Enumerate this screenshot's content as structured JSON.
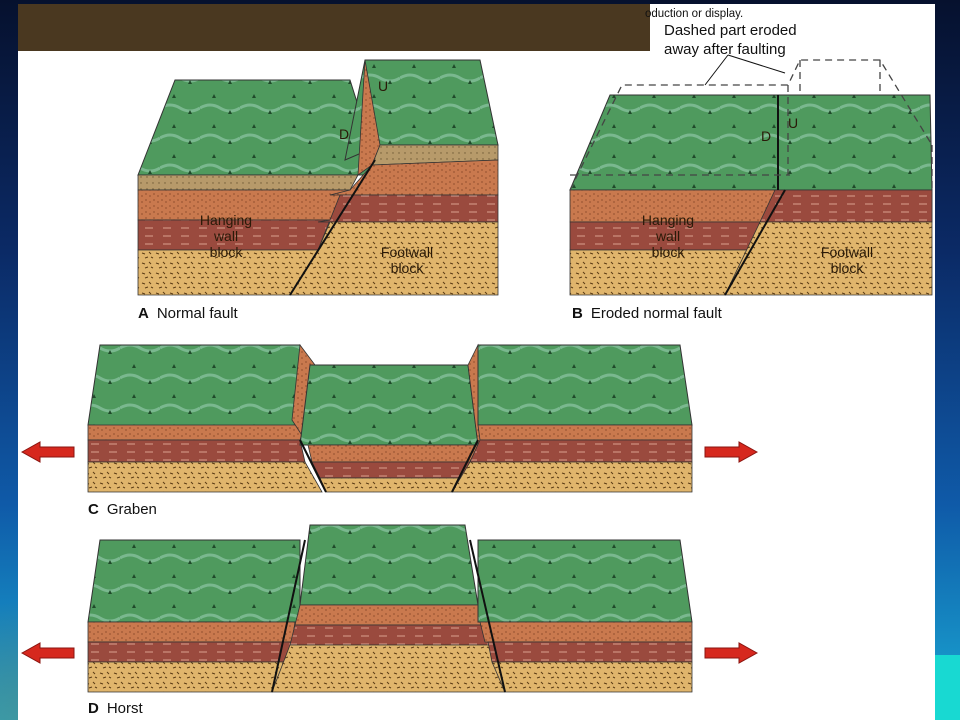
{
  "notice": "oduction or display.",
  "callout": {
    "line1": "Dashed part eroded",
    "line2": "away after faulting"
  },
  "panels": [
    {
      "letter": "A",
      "caption": "Normal fault",
      "labels": {
        "up": "U",
        "down": "D",
        "hanging": [
          "Hanging",
          "wall",
          "block"
        ],
        "footwall": [
          "Footwall",
          "block"
        ]
      }
    },
    {
      "letter": "B",
      "caption": "Eroded normal fault",
      "labels": {
        "up": "U",
        "down": "D",
        "hanging": [
          "Hanging",
          "wall",
          "block"
        ],
        "footwall": [
          "Footwall",
          "block"
        ]
      }
    },
    {
      "letter": "C",
      "caption": "Graben"
    },
    {
      "letter": "D",
      "caption": "Horst"
    }
  ],
  "colors": {
    "grass": "#4f9a5e",
    "grass_light": "#74b58a",
    "topsoil": "#b79a6a",
    "orange": "#c9794e",
    "maroon": "#9a4a3e",
    "sand": "#e0b56c",
    "arrow": "#d6281e",
    "title_bar": "#4a3820"
  },
  "icons": {
    "left_arrow": "arrow-left-icon",
    "right_arrow": "arrow-right-icon"
  }
}
